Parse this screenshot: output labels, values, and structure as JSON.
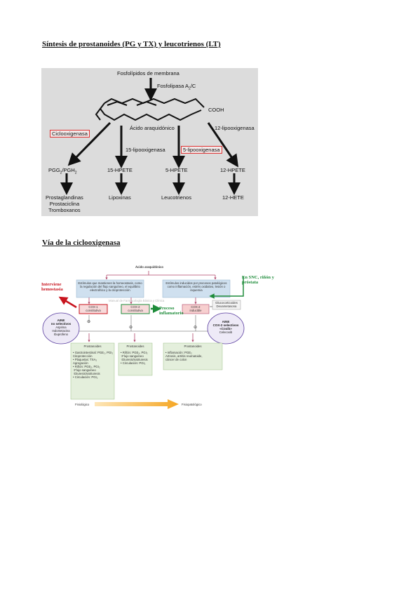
{
  "headings": {
    "synthesis": "Síntesis de prostanoides (PG y TX) y leucotrienos (LT)",
    "cox_pathway": "Vía de la ciclooxigenasa"
  },
  "figure1": {
    "top_label": "Fosfolípidos de membrana",
    "enzyme_pla2": "Fosfolipasa A",
    "enzyme_pla2_sub": "2",
    "enzyme_pla2_suffix": "/C",
    "cooh": "COOH",
    "acid": "Ácido araquidónico",
    "cox": "Ciclooxigenasa",
    "lox12": "12-lipooxigenasa",
    "lox15": "15-lipooxigenasa",
    "lox5": "5-lipooxigenasa",
    "pgg": "PGG",
    "pgg_sub": "2",
    "pgh": "/PGH",
    "pgh_sub": "2",
    "hpete15": "15-HPETE",
    "hpete5": "5-HPETE",
    "hpete12": "12-HPETE",
    "prod_pg": [
      "Prostaglandinas",
      "Prostaciclina",
      "Tromboxanos"
    ],
    "prod_lipox": "Lipoxinas",
    "prod_leuco": "Leucotrienos",
    "prod_hete": "12-HETE",
    "highlight_color": "#d33333"
  },
  "figure2": {
    "title": "Ácido araquidónico",
    "stim_left": "Estímulos que mantienen la homeostasis, como la regulación del flujo sanguíneo, el equilibrio electrolítico y la citoprotección",
    "stim_right": "Estímulos inducidos por procesos patológicos como inflamación, estrés oxidativo, lesión o isquemia",
    "cox1": "COX-1",
    "cox1_sub": "constitutiva",
    "cox2a": "COX-2",
    "cox2a_sub": "constitutiva",
    "cox2b": "COX-2",
    "cox2b_sub": "inducible",
    "gluco": "Glucocorticoides",
    "gluco_sub": "Dexametasona",
    "watermark": "Manual de Farmacología Básica y Clínica",
    "anno_hemostasia": [
      "Interviene",
      "hemostasia"
    ],
    "anno_proceso": [
      "Proceso",
      "inflamatorio"
    ],
    "anno_snc": "En SNC, riñón y próstata",
    "aine_left_title": [
      "AINE",
      "no selectivos"
    ],
    "aine_left_items": [
      "Aspirina",
      "Indometacina",
      "Ibuprofeno"
    ],
    "aine_right_title": [
      "AINE",
      "COX-2 selectivos",
      "«Coxib»"
    ],
    "aine_right_items": [
      "Celecoxib"
    ],
    "inhib": "⊖",
    "prost_header": "Prostanoides",
    "box1_items": [
      "• Gastrointestinal: PGE₂, PGI₂",
      "  Citoprotección",
      "• Plaquetas: TXA₂",
      "  Agregación",
      "• Riñón: PGE₂, PGI₂",
      "  ↑Flujo sanguíneo",
      "  ↑Diuresis/natriuresis",
      "• Circulación: PGI₂"
    ],
    "box2_items": [
      "• Riñón: PGE₂, PGI₂",
      "  ↑Flujo sanguíneo",
      "  ↑Diuresis/natriuresis",
      "• Circulación: PGI₂"
    ],
    "box3_items": [
      "• Inflamación: PGE₂",
      "  Artrosis, artritis reumatoide,",
      "  cáncer de colon"
    ],
    "fisio": "Fisiológico",
    "fisiopato": "Fisiopatológico",
    "colors": {
      "red": "#c8141e",
      "green": "#1e8c3a",
      "boxblue": "#cfe0ef",
      "boxgreen": "#e4efdc",
      "circle": "#5b3fa0",
      "arrow": "#f5b245"
    }
  }
}
